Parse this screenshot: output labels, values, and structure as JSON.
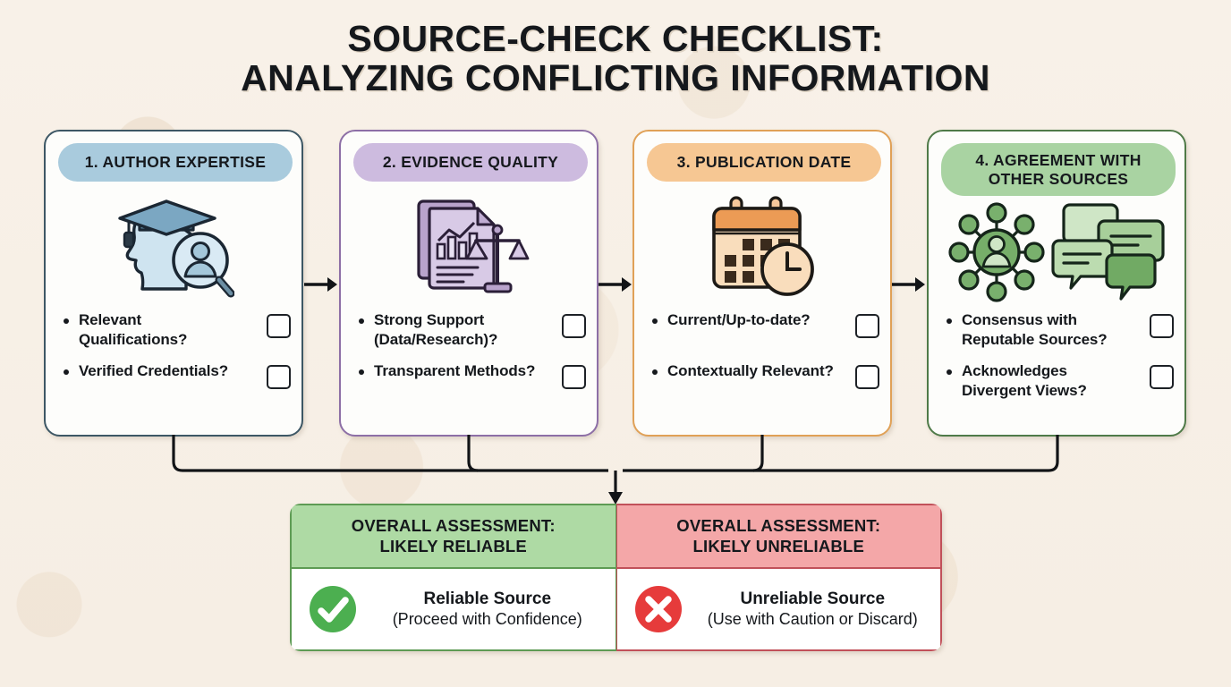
{
  "title": {
    "line1": "Source-Check Checklist:",
    "line2": "Analyzing Conflicting Information"
  },
  "colors": {
    "background": "#f7f0e7",
    "card_1_accent": "#a9cbdd",
    "card_2_accent": "#cdbbdf",
    "card_3_accent": "#f6c793",
    "card_4_accent": "#a9d3a2",
    "reliable_green": "#aedaa4",
    "unreliable_red": "#f4a7a8",
    "check_badge_green": "#4caf50",
    "x_badge_red": "#e63b3b",
    "text": "#15181c"
  },
  "cards": [
    {
      "header": "1. Author Expertise",
      "icon": "graduate-head-magnifier-icon",
      "items": [
        {
          "label": "Relevant Qualifications?",
          "checked": false
        },
        {
          "label": "Verified Credentials?",
          "checked": false
        }
      ]
    },
    {
      "header": "2. Evidence Quality",
      "icon": "documents-chart-scales-icon",
      "items": [
        {
          "label": "Strong Support (Data/Research)?",
          "checked": false
        },
        {
          "label": "Transparent Methods?",
          "checked": false
        }
      ]
    },
    {
      "header": "3. Publication Date",
      "icon": "calendar-clock-icon",
      "items": [
        {
          "label": "Current/Up-to-date?",
          "checked": false
        },
        {
          "label": "Contextually Relevant?",
          "checked": false
        }
      ]
    },
    {
      "header": "4. Agreement with Other Sources",
      "icon": "network-speech-bubbles-icon",
      "items": [
        {
          "label": "Consensus with Reputable Sources?",
          "checked": false
        },
        {
          "label": "Acknowledges Divergent Views?",
          "checked": false
        }
      ]
    }
  ],
  "assessment": {
    "reliable": {
      "heading_line1": "Overall Assessment:",
      "heading_line2": "Likely Reliable",
      "badge": "check-circle-icon",
      "result_main": "Reliable Source",
      "result_sub": "(Proceed with Confidence)"
    },
    "unreliable": {
      "heading_line1": "Overall Assessment:",
      "heading_line2": "Likely Unreliable",
      "badge": "x-circle-icon",
      "result_main": "Unreliable Source",
      "result_sub": "(Use with Caution or Discard)"
    }
  }
}
